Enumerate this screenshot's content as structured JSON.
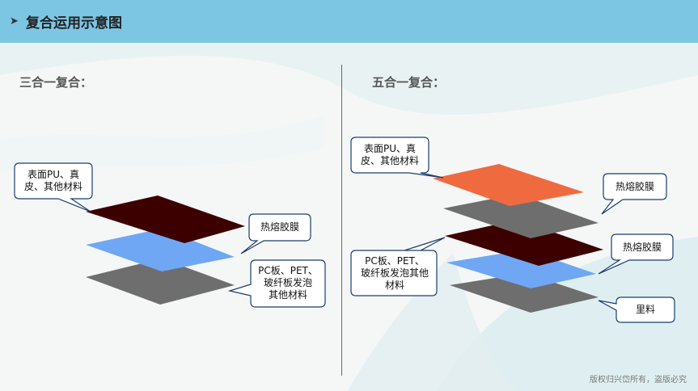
{
  "header": {
    "title": "复合运用示意图"
  },
  "left": {
    "title": "三合一复合：",
    "callouts": {
      "surface": "表面PU、真\n皮、其他材料",
      "hotmelt": "热熔胶膜",
      "board": "PC板、PET、\n玻纤板发泡\n其他材料"
    }
  },
  "right": {
    "title": "五合一复合：",
    "callouts": {
      "surface": "表面PU、真\n皮、其他材料",
      "hotmelt1": "热熔胶膜",
      "hotmelt2": "热熔胶膜",
      "board": "PC板、PET、\n玻纤板发泡其他\n材料",
      "lining": "里料"
    }
  },
  "footer": {
    "copyright": "版权归兴岱所有，盗版必究"
  },
  "colors": {
    "header": "#7cc6e4",
    "dark_red": "#3d0000",
    "blue": "#6fa7f5",
    "gray": "#6e6e6e",
    "orange": "#f06a40",
    "callout_border": "#1a3d6e"
  }
}
